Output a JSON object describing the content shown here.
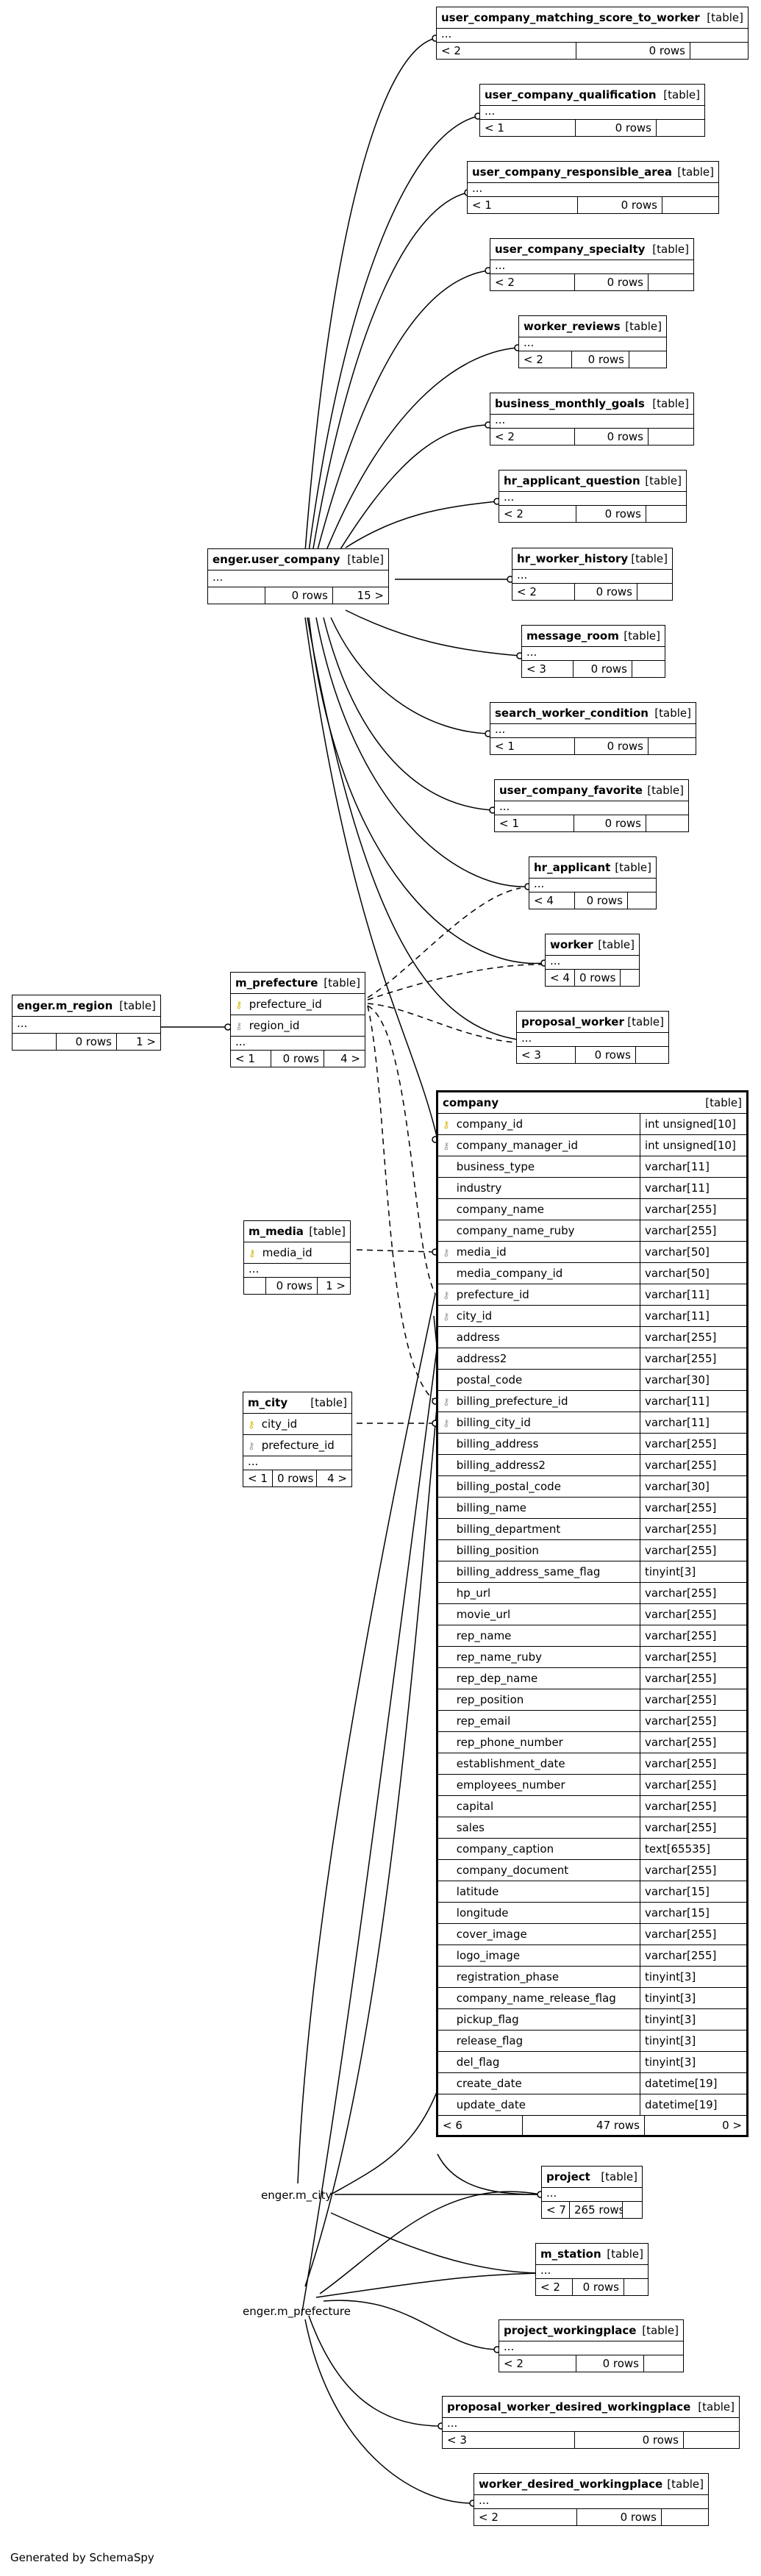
{
  "footer": "Generated by SchemaSpy",
  "ellipsis": "...",
  "table_kind": "[table]",
  "icons": {
    "primary_key": "key-icon",
    "foreign_key": "foreign-key-icon"
  },
  "tables": {
    "matching_score": {
      "name": "user_company_matching_score_to_worker",
      "f1": "< 2",
      "f2": "0 rows",
      "f3": ""
    },
    "qualification": {
      "name": "user_company_qualification",
      "f1": "< 1",
      "f2": "0 rows",
      "f3": ""
    },
    "responsible_area": {
      "name": "user_company_responsible_area",
      "f1": "< 1",
      "f2": "0 rows",
      "f3": ""
    },
    "specialty": {
      "name": "user_company_specialty",
      "f1": "< 2",
      "f2": "0 rows",
      "f3": ""
    },
    "worker_reviews": {
      "name": "worker_reviews",
      "f1": "< 2",
      "f2": "0 rows",
      "f3": ""
    },
    "business_monthly_goals": {
      "name": "business_monthly_goals",
      "f1": "< 2",
      "f2": "0 rows",
      "f3": ""
    },
    "hr_applicant_question": {
      "name": "hr_applicant_question",
      "f1": "< 2",
      "f2": "0 rows",
      "f3": ""
    },
    "hr_worker_history": {
      "name": "hr_worker_history",
      "f1": "< 2",
      "f2": "0 rows",
      "f3": ""
    },
    "message_room": {
      "name": "message_room",
      "f1": "< 3",
      "f2": "0 rows",
      "f3": ""
    },
    "search_worker_condition": {
      "name": "search_worker_condition",
      "f1": "< 1",
      "f2": "0 rows",
      "f3": ""
    },
    "user_company_favorite": {
      "name": "user_company_favorite",
      "f1": "< 1",
      "f2": "0 rows",
      "f3": ""
    },
    "hr_applicant": {
      "name": "hr_applicant",
      "f1": "< 4",
      "f2": "0 rows",
      "f3": ""
    },
    "worker": {
      "name": "worker",
      "f1": "< 4",
      "f2": "0 rows",
      "f3": ""
    },
    "proposal_worker": {
      "name": "proposal_worker",
      "f1": "< 3",
      "f2": "0 rows",
      "f3": ""
    },
    "user_company": {
      "name": "enger.user_company",
      "f1": "",
      "f2": "0 rows",
      "f3": "15 >"
    },
    "m_region": {
      "name": "enger.m_region",
      "f1": "",
      "f2": "0 rows",
      "f3": "1 >"
    },
    "m_prefecture": {
      "name": "m_prefecture",
      "cols": [
        "prefecture_id",
        "region_id"
      ],
      "f1": "< 1",
      "f2": "0 rows",
      "f3": "4 >"
    },
    "m_media": {
      "name": "m_media",
      "cols": [
        "media_id"
      ],
      "f1": "",
      "f2": "0 rows",
      "f3": "1 >"
    },
    "m_city": {
      "name": "m_city",
      "cols": [
        "city_id",
        "prefecture_id"
      ],
      "f1": "< 1",
      "f2": "0 rows",
      "f3": "4 >"
    },
    "project": {
      "name": "project",
      "f1": "< 7",
      "f2": "265 rows",
      "f3": ""
    },
    "m_station": {
      "name": "m_station",
      "f1": "< 2",
      "f2": "0 rows",
      "f3": ""
    },
    "project_workingplace": {
      "name": "project_workingplace",
      "f1": "< 2",
      "f2": "0 rows",
      "f3": ""
    },
    "proposal_worker_desired_workingplace": {
      "name": "proposal_worker_desired_workingplace",
      "f1": "< 3",
      "f2": "0 rows",
      "f3": ""
    },
    "worker_desired_workingplace": {
      "name": "worker_desired_workingplace",
      "f1": "< 2",
      "f2": "0 rows",
      "f3": ""
    }
  },
  "labels": {
    "enger_m_city": "enger.m_city",
    "enger_m_prefecture": "enger.m_prefecture"
  },
  "company": {
    "name": "company",
    "kind": "[table]",
    "columns": [
      {
        "name": "company_id",
        "type": "int unsigned[10]",
        "key": "pk"
      },
      {
        "name": "company_manager_id",
        "type": "int unsigned[10]",
        "key": "fk"
      },
      {
        "name": "business_type",
        "type": "varchar[11]",
        "key": ""
      },
      {
        "name": "industry",
        "type": "varchar[11]",
        "key": ""
      },
      {
        "name": "company_name",
        "type": "varchar[255]",
        "key": ""
      },
      {
        "name": "company_name_ruby",
        "type": "varchar[255]",
        "key": ""
      },
      {
        "name": "media_id",
        "type": "varchar[50]",
        "key": "fk"
      },
      {
        "name": "media_company_id",
        "type": "varchar[50]",
        "key": ""
      },
      {
        "name": "prefecture_id",
        "type": "varchar[11]",
        "key": "fk"
      },
      {
        "name": "city_id",
        "type": "varchar[11]",
        "key": "fk"
      },
      {
        "name": "address",
        "type": "varchar[255]",
        "key": ""
      },
      {
        "name": "address2",
        "type": "varchar[255]",
        "key": ""
      },
      {
        "name": "postal_code",
        "type": "varchar[30]",
        "key": ""
      },
      {
        "name": "billing_prefecture_id",
        "type": "varchar[11]",
        "key": "fk"
      },
      {
        "name": "billing_city_id",
        "type": "varchar[11]",
        "key": "fk"
      },
      {
        "name": "billing_address",
        "type": "varchar[255]",
        "key": ""
      },
      {
        "name": "billing_address2",
        "type": "varchar[255]",
        "key": ""
      },
      {
        "name": "billing_postal_code",
        "type": "varchar[30]",
        "key": ""
      },
      {
        "name": "billing_name",
        "type": "varchar[255]",
        "key": ""
      },
      {
        "name": "billing_department",
        "type": "varchar[255]",
        "key": ""
      },
      {
        "name": "billing_position",
        "type": "varchar[255]",
        "key": ""
      },
      {
        "name": "billing_address_same_flag",
        "type": "tinyint[3]",
        "key": ""
      },
      {
        "name": "hp_url",
        "type": "varchar[255]",
        "key": ""
      },
      {
        "name": "movie_url",
        "type": "varchar[255]",
        "key": ""
      },
      {
        "name": "rep_name",
        "type": "varchar[255]",
        "key": ""
      },
      {
        "name": "rep_name_ruby",
        "type": "varchar[255]",
        "key": ""
      },
      {
        "name": "rep_dep_name",
        "type": "varchar[255]",
        "key": ""
      },
      {
        "name": "rep_position",
        "type": "varchar[255]",
        "key": ""
      },
      {
        "name": "rep_email",
        "type": "varchar[255]",
        "key": ""
      },
      {
        "name": "rep_phone_number",
        "type": "varchar[255]",
        "key": ""
      },
      {
        "name": "establishment_date",
        "type": "varchar[255]",
        "key": ""
      },
      {
        "name": "employees_number",
        "type": "varchar[255]",
        "key": ""
      },
      {
        "name": "capital",
        "type": "varchar[255]",
        "key": ""
      },
      {
        "name": "sales",
        "type": "varchar[255]",
        "key": ""
      },
      {
        "name": "company_caption",
        "type": "text[65535]",
        "key": ""
      },
      {
        "name": "company_document",
        "type": "varchar[255]",
        "key": ""
      },
      {
        "name": "latitude",
        "type": "varchar[15]",
        "key": ""
      },
      {
        "name": "longitude",
        "type": "varchar[15]",
        "key": ""
      },
      {
        "name": "cover_image",
        "type": "varchar[255]",
        "key": ""
      },
      {
        "name": "logo_image",
        "type": "varchar[255]",
        "key": ""
      },
      {
        "name": "registration_phase",
        "type": "tinyint[3]",
        "key": ""
      },
      {
        "name": "company_name_release_flag",
        "type": "tinyint[3]",
        "key": ""
      },
      {
        "name": "pickup_flag",
        "type": "tinyint[3]",
        "key": ""
      },
      {
        "name": "release_flag",
        "type": "tinyint[3]",
        "key": ""
      },
      {
        "name": "del_flag",
        "type": "tinyint[3]",
        "key": ""
      },
      {
        "name": "create_date",
        "type": "datetime[19]",
        "key": ""
      },
      {
        "name": "update_date",
        "type": "datetime[19]",
        "key": ""
      }
    ],
    "f1": "< 6",
    "f2": "47 rows",
    "f3": "0 >"
  }
}
